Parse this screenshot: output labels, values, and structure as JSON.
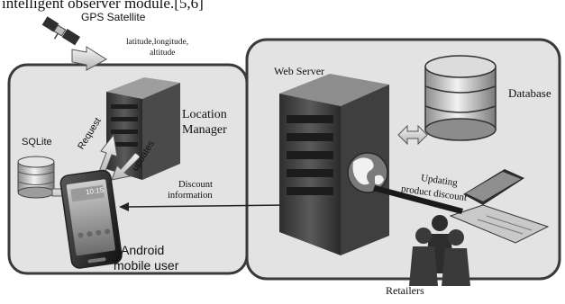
{
  "header": {
    "caption_fragment": "intelligent observer module.[5,6]"
  },
  "left_panel": {
    "gps_satellite_label": "GPS Satellite",
    "gps_data_label_line1": "latitude,longitude,",
    "gps_data_label_line2": "altitude",
    "location_manager_line1": "Location",
    "location_manager_line2": "Manager",
    "sqlite_label": "SQLite",
    "request_label": "Request",
    "updates_label": "updates",
    "phone_clock": "10:15",
    "android_user_line1": "Android",
    "android_user_line2": "mobile user"
  },
  "connector": {
    "discount_info_line1": "Discount",
    "discount_info_line2": "information"
  },
  "right_panel": {
    "web_server_label": "Web Server",
    "database_label": "Database",
    "updating_line1": "Updating",
    "updating_line2": "product discount",
    "retailers_label": "Retailers"
  },
  "colors": {
    "panel_fill": "#e3e3e3",
    "panel_stroke": "#3a3a3a",
    "server_dark": "#3b3b3b",
    "server_mid": "#6a6a6a",
    "arrow_fill": "#d8d8d8"
  }
}
